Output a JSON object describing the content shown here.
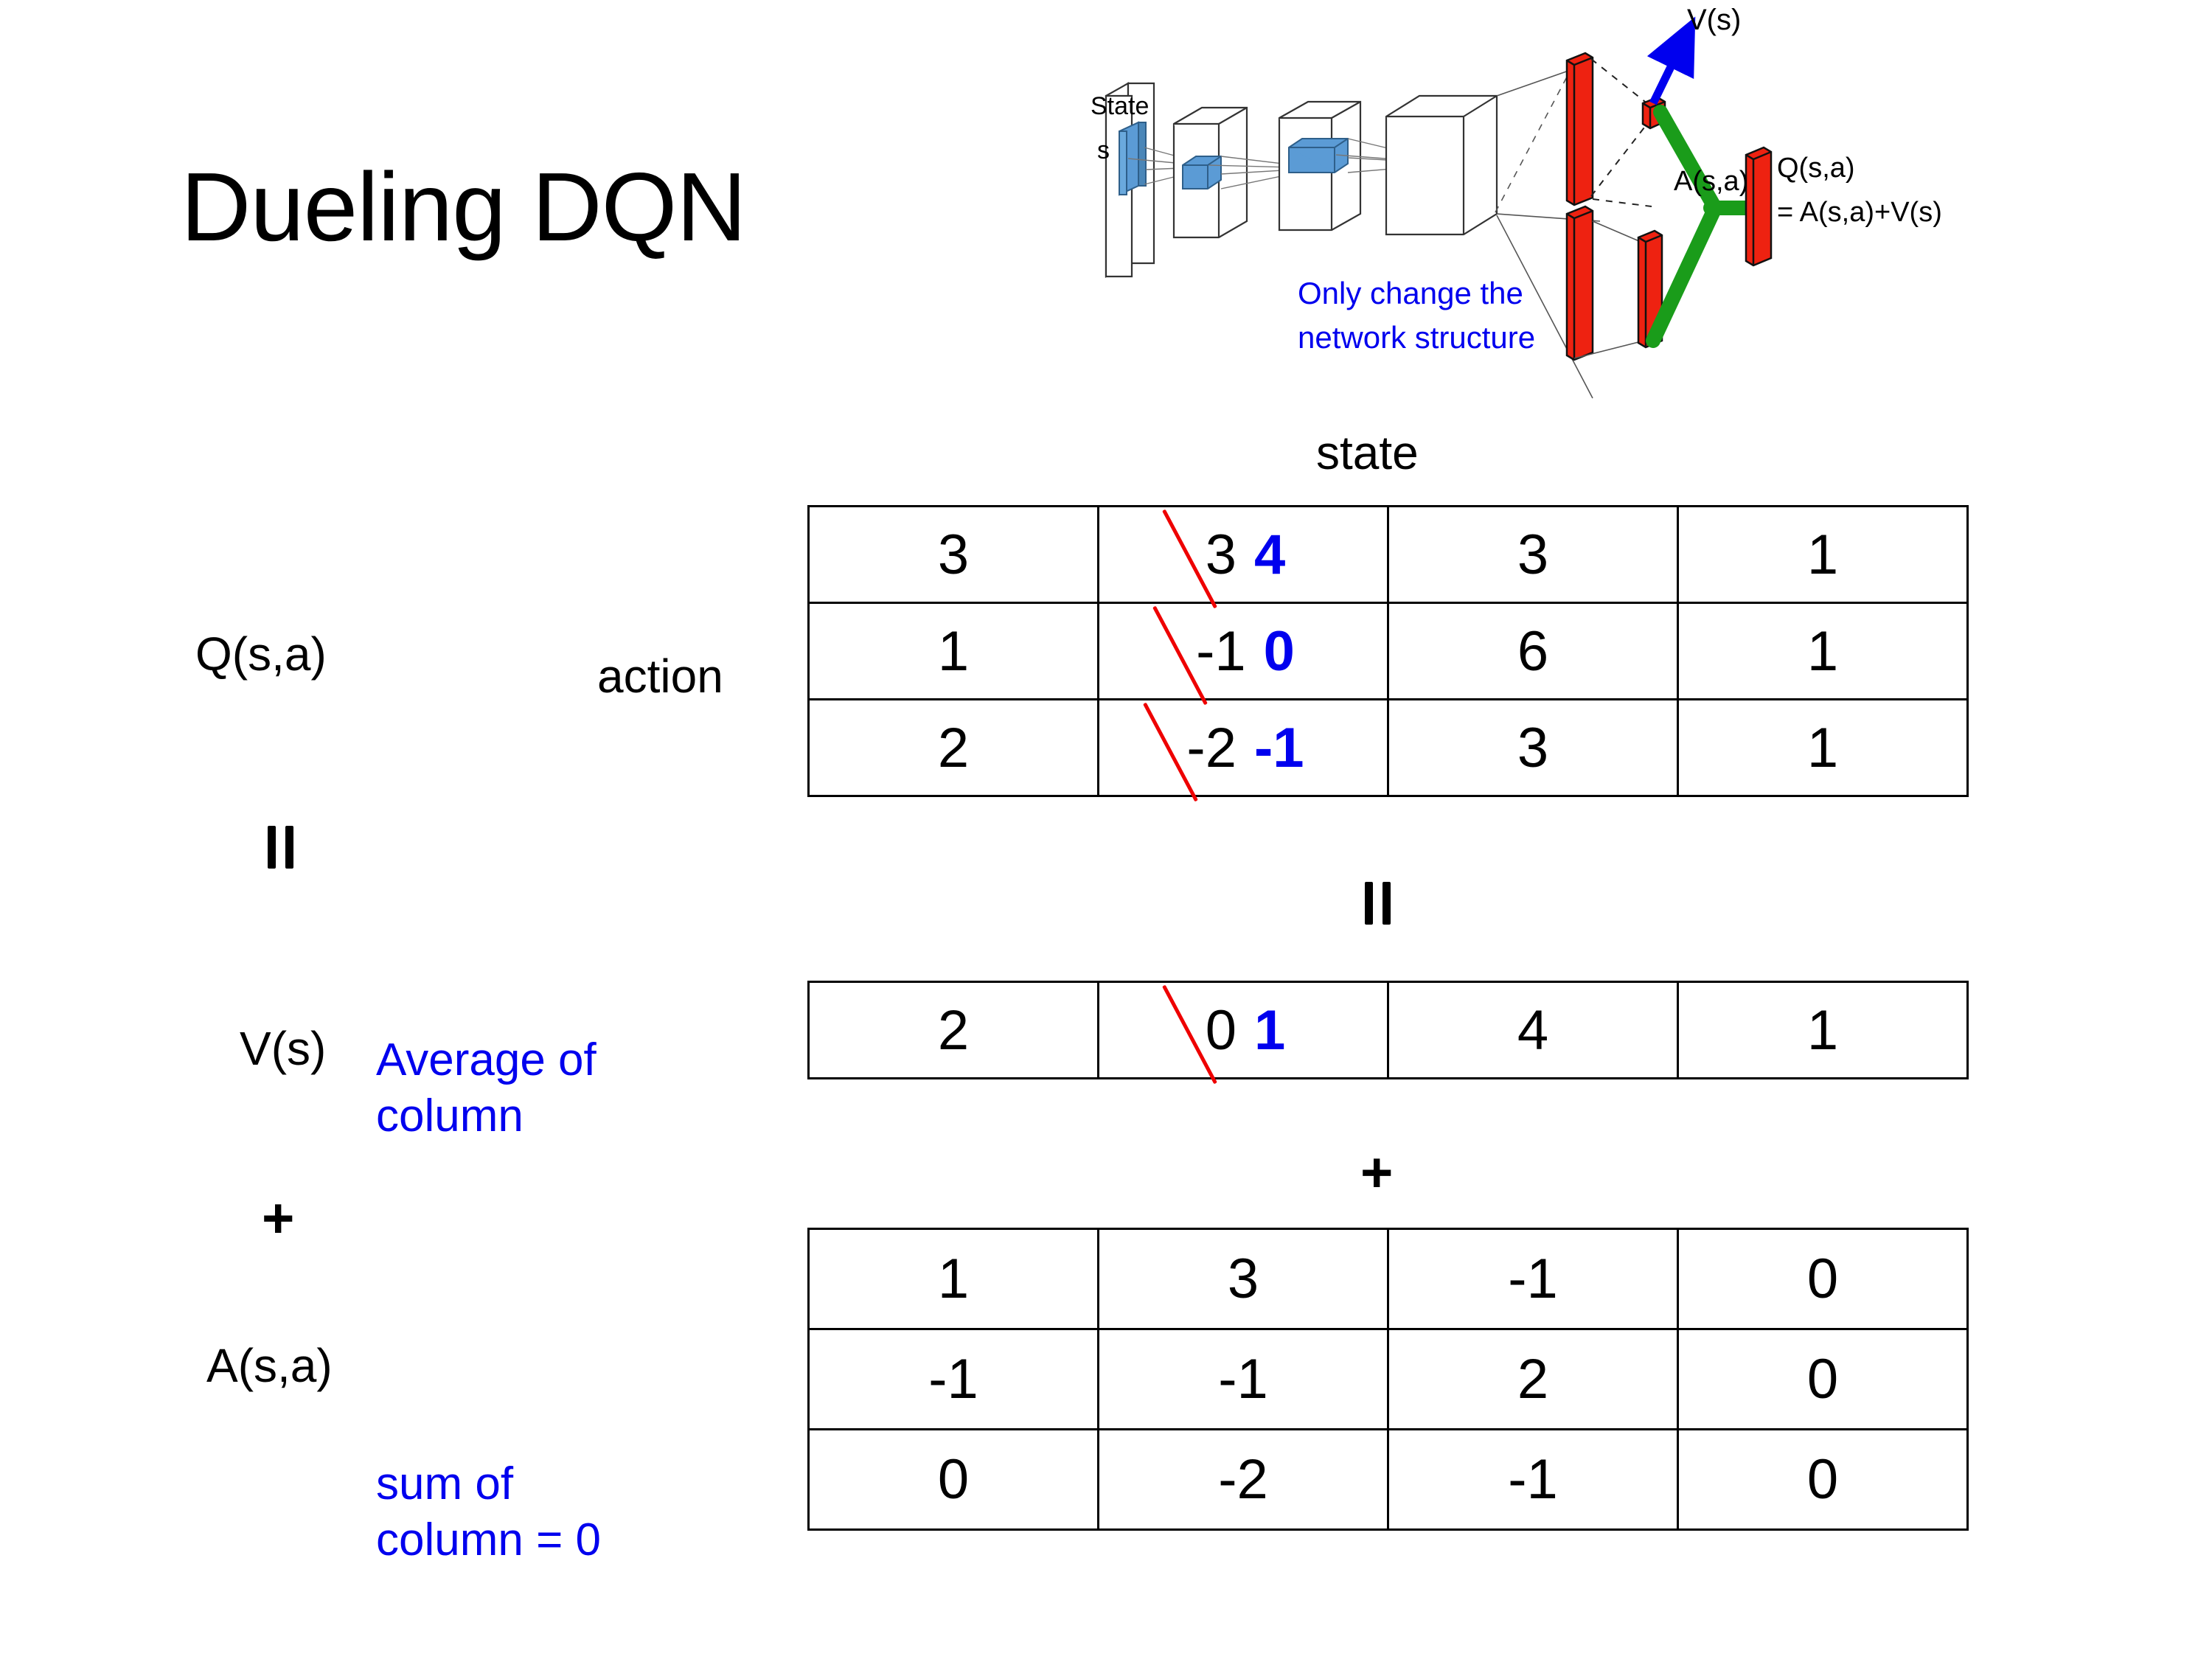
{
  "slide": {
    "title": "Dueling DQN"
  },
  "network_diagram": {
    "input_label_line1": "State",
    "input_label_line2": "s",
    "note_line1": "Only change the",
    "note_line2": "network structure",
    "value_stream_label": "V(s)",
    "advantage_stream_label": "A(s,a)",
    "output_label_line1": "Q(s,a)",
    "output_label_line2": "= A(s,a)+V(s)",
    "colors": {
      "note_text": "#0000ee",
      "value_arrow": "#0000ee",
      "merge_path": "#1a9c1a",
      "output_bars": "#ee2211",
      "conv_blocks": "#5b9bd5"
    }
  },
  "labels": {
    "q_label": "Q(s,a)",
    "v_label": "V(s)",
    "a_label": "A(s,a)",
    "action_axis": "action",
    "state_axis": "state",
    "equals_q": "=",
    "equals_mid": "=",
    "plus_left": "+",
    "plus_mid": "+",
    "annotation_v_line1": "Average of",
    "annotation_v_line2": "column",
    "annotation_a_line1": "sum of",
    "annotation_a_line2": "column = 0",
    "annotation_color": "#0000ee",
    "strike_color": "#ee0000",
    "correction_color": "#0000ee"
  },
  "chart_data": {
    "type": "table",
    "title": "Dueling DQN value decomposition",
    "tables": [
      {
        "name": "Q(s,a)",
        "xlabel": "state",
        "ylabel": "action",
        "rows": [
          [
            {
              "value": "3"
            },
            {
              "value": "3",
              "struck": true,
              "corrected": "4"
            },
            {
              "value": "3"
            },
            {
              "value": "1"
            }
          ],
          [
            {
              "value": "1"
            },
            {
              "value": "-1",
              "struck": true,
              "corrected": "0"
            },
            {
              "value": "6"
            },
            {
              "value": "1"
            }
          ],
          [
            {
              "value": "2"
            },
            {
              "value": "-2",
              "struck": true,
              "corrected": "-1"
            },
            {
              "value": "3"
            },
            {
              "value": "1"
            }
          ]
        ]
      },
      {
        "name": "V(s)",
        "note": "Average of column",
        "rows": [
          [
            {
              "value": "2"
            },
            {
              "value": "0",
              "struck": true,
              "corrected": "1"
            },
            {
              "value": "4"
            },
            {
              "value": "1"
            }
          ]
        ]
      },
      {
        "name": "A(s,a)",
        "note": "sum of column = 0",
        "rows": [
          [
            {
              "value": "1"
            },
            {
              "value": "3"
            },
            {
              "value": "-1"
            },
            {
              "value": "0"
            }
          ],
          [
            {
              "value": "-1"
            },
            {
              "value": "-1"
            },
            {
              "value": "2"
            },
            {
              "value": "0"
            }
          ],
          [
            {
              "value": "0"
            },
            {
              "value": "-2"
            },
            {
              "value": "-1"
            },
            {
              "value": "0"
            }
          ]
        ]
      }
    ]
  }
}
